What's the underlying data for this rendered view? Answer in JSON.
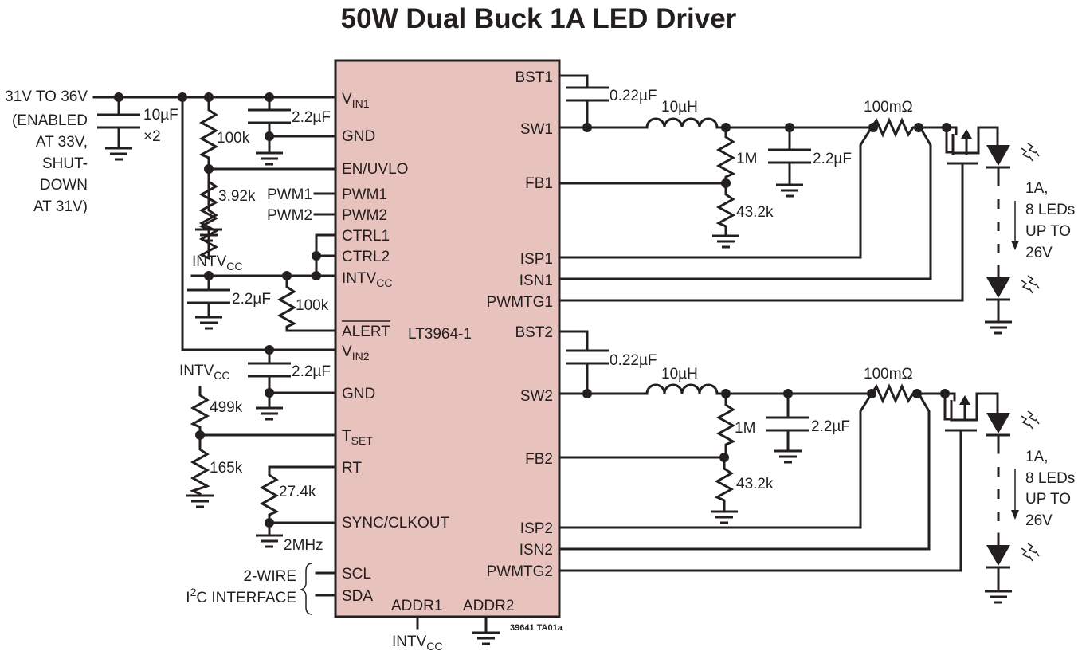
{
  "title": "50W Dual Buck 1A LED Driver",
  "figure_code": "39641 TA01a",
  "ic": {
    "name": "LT3964-1",
    "fill": "#e8c2bd",
    "left_pins": {
      "vin1": "V",
      "vin1_sub": "IN1",
      "gnd1": "GND",
      "en_uvlo": "EN/UVLO",
      "pwm1": "PWM1",
      "pwm2": "PWM2",
      "ctrl1": "CTRL1",
      "ctrl2": "CTRL2",
      "intvcc": "INTV",
      "intvcc_sub": "CC",
      "alert": "ALERT",
      "vin2": "V",
      "vin2_sub": "IN2",
      "gnd2": "GND",
      "tset": "T",
      "tset_sub": "SET",
      "rt": "RT",
      "sync": "SYNC/CLKOUT",
      "scl": "SCL",
      "sda": "SDA"
    },
    "right_pins": {
      "bst1": "BST1",
      "sw1": "SW1",
      "fb1": "FB1",
      "isp1": "ISP1",
      "isn1": "ISN1",
      "pwmtg1": "PWMTG1",
      "bst2": "BST2",
      "sw2": "SW2",
      "fb2": "FB2",
      "isp2": "ISP2",
      "isn2": "ISN2",
      "pwmtg2": "PWMTG2"
    },
    "bottom_pins": {
      "addr1": "ADDR1",
      "addr2": "ADDR2"
    }
  },
  "input": {
    "line1": "31V TO 36V",
    "line2": "(ENABLED",
    "line3": "AT 33V,",
    "line4": "SHUT-",
    "line5": "DOWN",
    "line6": "AT 31V)"
  },
  "components": {
    "cin_value": "10µF",
    "cin_mult": "×2",
    "c_vin1": "2.2µF",
    "r_en_top": "100k",
    "r_en_bot": "3.92k",
    "pwm1_label": "PWM1",
    "pwm2_label": "PWM2",
    "intvcc_net": "INTV",
    "intvcc_net_sub": "CC",
    "c_intvcc": "2.2µF",
    "r_alert": "100k",
    "c_vin2": "2.2µF",
    "intvcc_net2": "INTV",
    "intvcc_net2_sub": "CC",
    "r_tset_top": "499k",
    "r_tset_bot": "165k",
    "r_rt": "27.4k",
    "freq": "2MHz",
    "i2c_line1": "2-WIRE",
    "i2c_line2_a": "I",
    "i2c_line2_sup": "2",
    "i2c_line2_b": "C INTERFACE",
    "intvcc_addr": "INTV",
    "intvcc_addr_sub": "CC"
  },
  "channel1": {
    "c_bst": "0.22µF",
    "inductor": "10µH",
    "r_sense": "100mΩ",
    "r_fb_top": "1M",
    "r_fb_bot": "43.2k",
    "c_out": "2.2µF",
    "led_line1": "1A,",
    "led_line2": "8 LEDs",
    "led_line3": "UP TO",
    "led_line4": "26V"
  },
  "channel2": {
    "c_bst": "0.22µF",
    "inductor": "10µH",
    "r_sense": "100mΩ",
    "r_fb_top": "1M",
    "r_fb_bot": "43.2k",
    "c_out": "2.2µF",
    "led_line1": "1A,",
    "led_line2": "8 LEDs",
    "led_line3": "UP TO",
    "led_line4": "26V"
  }
}
